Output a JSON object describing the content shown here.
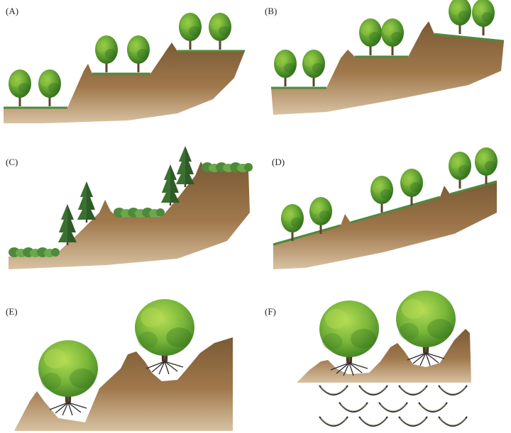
{
  "panels": [
    {
      "id": "A",
      "label": "(A)"
    },
    {
      "id": "B",
      "label": "(B)"
    },
    {
      "id": "C",
      "label": "(C)"
    },
    {
      "id": "D",
      "label": "(D)"
    },
    {
      "id": "E",
      "label": "(E)"
    },
    {
      "id": "F",
      "label": "(F)"
    }
  ],
  "colors": {
    "soil_dark": "#7a5a35",
    "soil_mid": "#a0784c",
    "soil_light": "#c9ab84",
    "grass": "#4f8a3a",
    "leaf_dark": "#3d7a23",
    "leaf_light": "#8cc63f",
    "trunk": "#5a4630",
    "root": "#2a2a2a"
  },
  "icons": {
    "deciduous_tree": "deciduous-tree-icon",
    "conifer_tree": "conifer-tree-icon",
    "shrub": "shrub-icon",
    "large_tree": "large-tree-icon",
    "half_moon_pit": "half-moon-pit-icon"
  }
}
